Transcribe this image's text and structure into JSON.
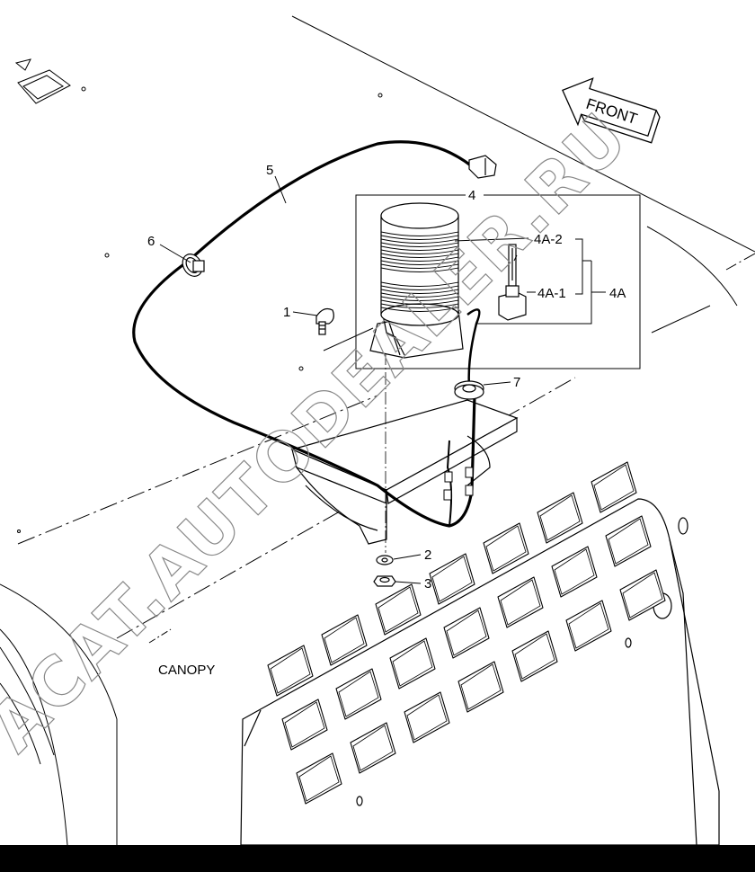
{
  "diagram": {
    "callouts": {
      "p1": "1",
      "p2": "2",
      "p3": "3",
      "p4": "4",
      "p4a": "4A",
      "p4a1": "4A-1",
      "p4a2": "4A-2",
      "p5": "5",
      "p6": "6",
      "p7": "7"
    },
    "front_arrow_label": "FRONT",
    "canopy_label": "CANOPY"
  },
  "watermark": {
    "text": "ACAT.AUTODEALER.RU"
  }
}
